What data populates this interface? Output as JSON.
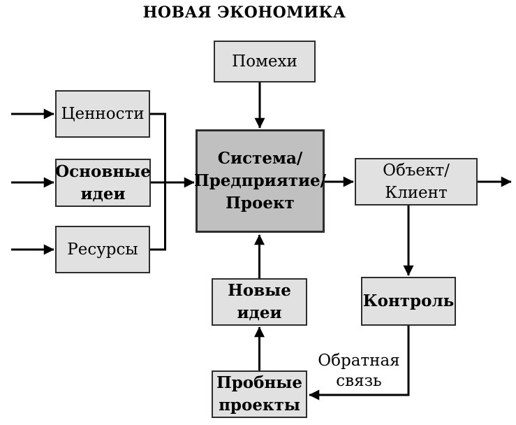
{
  "title": "НОВАЯ ЭКОНОМИКА",
  "colors": {
    "box_fill": "#e1e1e1",
    "central_box_fill": "#c0c0c0",
    "box_border": "#2d2d2d",
    "line_color": "#000000",
    "text_color": "#000000",
    "background": "#ffffff"
  },
  "nodes": {
    "pomehi": {
      "lines": [
        "Помехи"
      ]
    },
    "cennosti": {
      "lines": [
        "Ценности"
      ]
    },
    "osnovnye_idei": {
      "lines": [
        "Основные",
        "идеи"
      ]
    },
    "resursy": {
      "lines": [
        "Ресурсы"
      ]
    },
    "sistema": {
      "lines": [
        "Система/",
        "Предприятие/",
        "Проект"
      ]
    },
    "obyekt_klient": {
      "lines": [
        "Объект/",
        "Клиент"
      ]
    },
    "kontrol": {
      "lines": [
        "Контроль"
      ]
    },
    "novye_idei": {
      "lines": [
        "Новые",
        "идеи"
      ]
    },
    "probnye_proekty": {
      "lines": [
        "Пробные",
        "проекты"
      ]
    }
  },
  "labels": {
    "feedback": {
      "lines": [
        "Обратная",
        "связь"
      ]
    }
  }
}
